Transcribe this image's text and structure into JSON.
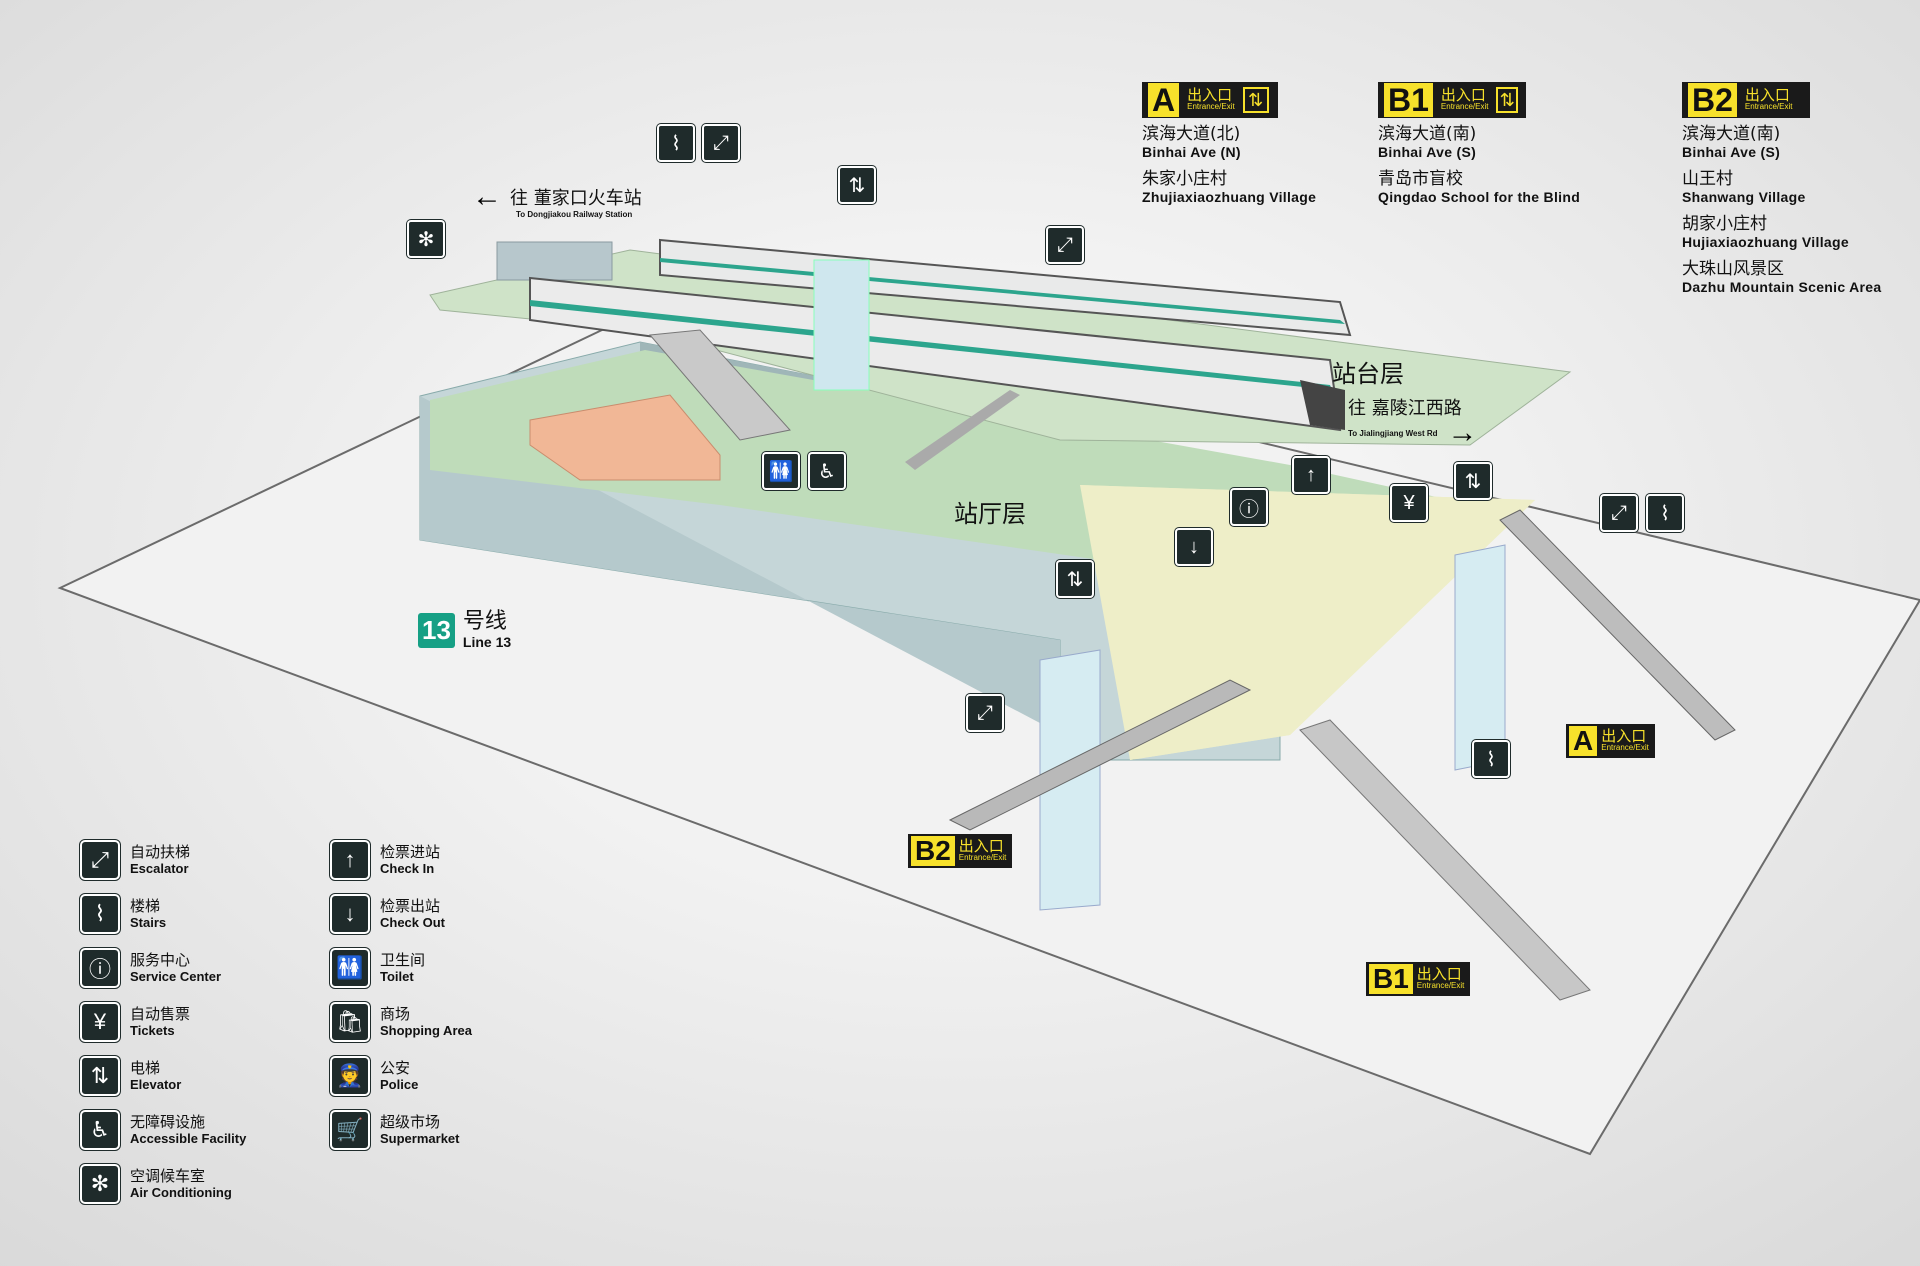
{
  "exits": [
    {
      "letter": "A",
      "cn": "出入口",
      "en": "Entrance/Exit",
      "elevator": true,
      "destinations": [
        {
          "cn": "滨海大道(北)",
          "en": "Binhai Ave (N)"
        },
        {
          "cn": "朱家小庄村",
          "en": "Zhujiaxiaozhuang Village"
        }
      ]
    },
    {
      "letter": "B1",
      "cn": "出入口",
      "en": "Entrance/Exit",
      "elevator": true,
      "destinations": [
        {
          "cn": "滨海大道(南)",
          "en": "Binhai Ave (S)"
        },
        {
          "cn": "青岛市盲校",
          "en": "Qingdao School for the Blind"
        }
      ]
    },
    {
      "letter": "B2",
      "cn": "出入口",
      "en": "Entrance/Exit",
      "elevator": false,
      "destinations": [
        {
          "cn": "滨海大道(南)",
          "en": "Binhai Ave (S)"
        },
        {
          "cn": "山王村",
          "en": "Shanwang Village"
        },
        {
          "cn": "胡家小庄村",
          "en": "Hujiaxiaozhuang Village"
        },
        {
          "cn": "大珠山风景区",
          "en": "Dazhu Mountain Scenic Area"
        }
      ]
    }
  ],
  "directions": {
    "left": {
      "cn": "往 董家口火车站",
      "en": "To Dongjiakou Railway Station"
    },
    "right": {
      "cn": "往 嘉陵江西路",
      "en": "To Jialingjiang West Rd"
    }
  },
  "levels": {
    "platform": "站台层",
    "concourse": "站厅层"
  },
  "line": {
    "number": "13",
    "cn": "号线",
    "en": "Line 13",
    "color": "#16a085"
  },
  "map_badges": [
    {
      "id": "A",
      "letter": "A",
      "cn": "出入口",
      "en": "Entrance/Exit"
    },
    {
      "id": "B1",
      "letter": "B1",
      "cn": "出入口",
      "en": "Entrance/Exit"
    },
    {
      "id": "B2",
      "letter": "B2",
      "cn": "出入口",
      "en": "Entrance/Exit"
    }
  ],
  "legend": [
    {
      "icon": "escalator-icon",
      "glyph": "⤢",
      "cn": "自动扶梯",
      "en": "Escalator"
    },
    {
      "icon": "stairs-icon",
      "glyph": "⌇",
      "cn": "楼梯",
      "en": "Stairs"
    },
    {
      "icon": "service-center-icon",
      "glyph": "ⓘ",
      "cn": "服务中心",
      "en": "Service Center"
    },
    {
      "icon": "tickets-icon",
      "glyph": "¥",
      "cn": "自动售票",
      "en": "Tickets"
    },
    {
      "icon": "elevator-icon",
      "glyph": "⇅",
      "cn": "电梯",
      "en": "Elevator"
    },
    {
      "icon": "accessible-icon",
      "glyph": "♿",
      "cn": "无障碍设施",
      "en": "Accessible Facility"
    },
    {
      "icon": "air-conditioning-icon",
      "glyph": "✻",
      "cn": "空调候车室",
      "en": "Air Conditioning"
    },
    {
      "icon": "check-in-icon",
      "glyph": "↑",
      "cn": "检票进站",
      "en": "Check In"
    },
    {
      "icon": "check-out-icon",
      "glyph": "↓",
      "cn": "检票出站",
      "en": "Check Out"
    },
    {
      "icon": "toilet-icon",
      "glyph": "🚻",
      "cn": "卫生间",
      "en": "Toilet"
    },
    {
      "icon": "shopping-icon",
      "glyph": "🛍",
      "cn": "商场",
      "en": "Shopping Area"
    },
    {
      "icon": "police-icon",
      "glyph": "👮",
      "cn": "公安",
      "en": "Police"
    },
    {
      "icon": "supermarket-icon",
      "glyph": "🛒",
      "cn": "超级市场",
      "en": "Supermarket"
    }
  ],
  "colors": {
    "platform": "#bcd9b6",
    "hall_yellow": "#eceec3",
    "wall": "#a9c2c4",
    "exit_yellow": "#f7e12b",
    "icon_bg": "#1f2b2b",
    "shaft": "#cfe7ee",
    "shop": "#f0b798"
  }
}
